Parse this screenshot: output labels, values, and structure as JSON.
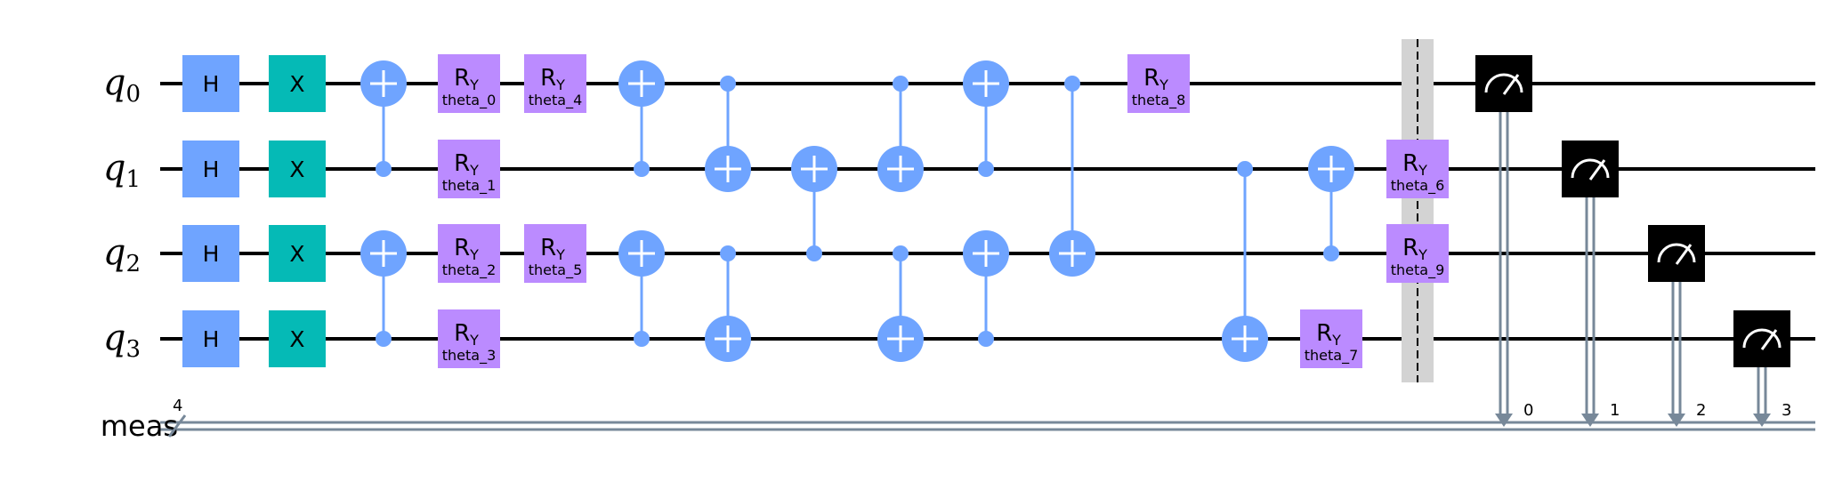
{
  "colors": {
    "h": "#6fa4ff",
    "x": "#05bab6",
    "ry": "#bb8bff",
    "ctrl": "#6fa4ff",
    "barrier": "#d3d3d3",
    "measure": "#000000",
    "classical": "#778899"
  },
  "qubits": [
    {
      "label": "q",
      "sub": "0"
    },
    {
      "label": "q",
      "sub": "1"
    },
    {
      "label": "q",
      "sub": "2"
    },
    {
      "label": "q",
      "sub": "3"
    }
  ],
  "classical_register": {
    "label": "meas",
    "size": "4"
  },
  "gates": [
    {
      "type": "H",
      "label": "H",
      "qubit": 0,
      "col": 0
    },
    {
      "type": "H",
      "label": "H",
      "qubit": 1,
      "col": 0
    },
    {
      "type": "H",
      "label": "H",
      "qubit": 2,
      "col": 0
    },
    {
      "type": "H",
      "label": "H",
      "qubit": 3,
      "col": 0
    },
    {
      "type": "X",
      "label": "X",
      "qubit": 0,
      "col": 1
    },
    {
      "type": "X",
      "label": "X",
      "qubit": 1,
      "col": 1
    },
    {
      "type": "X",
      "label": "X",
      "qubit": 2,
      "col": 1
    },
    {
      "type": "X",
      "label": "X",
      "qubit": 3,
      "col": 1
    },
    {
      "type": "CX",
      "control": 1,
      "target": 0,
      "col": 2
    },
    {
      "type": "CX",
      "control": 3,
      "target": 2,
      "col": 2
    },
    {
      "type": "RY",
      "label": "R",
      "sub": "Y",
      "param": "theta_0",
      "qubit": 0,
      "col": 3
    },
    {
      "type": "RY",
      "label": "R",
      "sub": "Y",
      "param": "theta_1",
      "qubit": 1,
      "col": 3
    },
    {
      "type": "RY",
      "label": "R",
      "sub": "Y",
      "param": "theta_2",
      "qubit": 2,
      "col": 3
    },
    {
      "type": "RY",
      "label": "R",
      "sub": "Y",
      "param": "theta_3",
      "qubit": 3,
      "col": 3
    },
    {
      "type": "RY",
      "label": "R",
      "sub": "Y",
      "param": "theta_4",
      "qubit": 0,
      "col": 4
    },
    {
      "type": "RY",
      "label": "R",
      "sub": "Y",
      "param": "theta_5",
      "qubit": 2,
      "col": 4
    },
    {
      "type": "CX",
      "control": 1,
      "target": 0,
      "col": 5
    },
    {
      "type": "CX",
      "control": 3,
      "target": 2,
      "col": 5
    },
    {
      "type": "CX",
      "control": 0,
      "target": 1,
      "col": 6
    },
    {
      "type": "CX",
      "control": 2,
      "target": 3,
      "col": 6
    },
    {
      "type": "CX",
      "control": 2,
      "target": 1,
      "col": 7
    },
    {
      "type": "CX",
      "control": 0,
      "target": 1,
      "col": 8
    },
    {
      "type": "CX",
      "control": 2,
      "target": 3,
      "col": 8
    },
    {
      "type": "CX",
      "control": 1,
      "target": 0,
      "col": 9
    },
    {
      "type": "CX",
      "control": 3,
      "target": 2,
      "col": 9
    },
    {
      "type": "CX",
      "control": 0,
      "target": 2,
      "col": 10
    },
    {
      "type": "RY",
      "label": "R",
      "sub": "Y",
      "param": "theta_8",
      "qubit": 0,
      "col": 11
    },
    {
      "type": "CX",
      "control": 1,
      "target": 3,
      "col": 12
    },
    {
      "type": "CX",
      "control": 2,
      "target": 1,
      "col": 13
    },
    {
      "type": "RY",
      "label": "R",
      "sub": "Y",
      "param": "theta_7",
      "qubit": 3,
      "col": 13
    },
    {
      "type": "RY",
      "label": "R",
      "sub": "Y",
      "param": "theta_6",
      "qubit": 1,
      "col": 14
    },
    {
      "type": "RY",
      "label": "R",
      "sub": "Y",
      "param": "theta_9",
      "qubit": 2,
      "col": 14
    }
  ],
  "barrier": {
    "col": 15
  },
  "measurements": [
    {
      "qubit": 0,
      "bit": "0",
      "col": 16
    },
    {
      "qubit": 1,
      "bit": "1",
      "col": 17
    },
    {
      "qubit": 2,
      "bit": "2",
      "col": 18
    },
    {
      "qubit": 3,
      "bit": "3",
      "col": 19
    }
  ]
}
